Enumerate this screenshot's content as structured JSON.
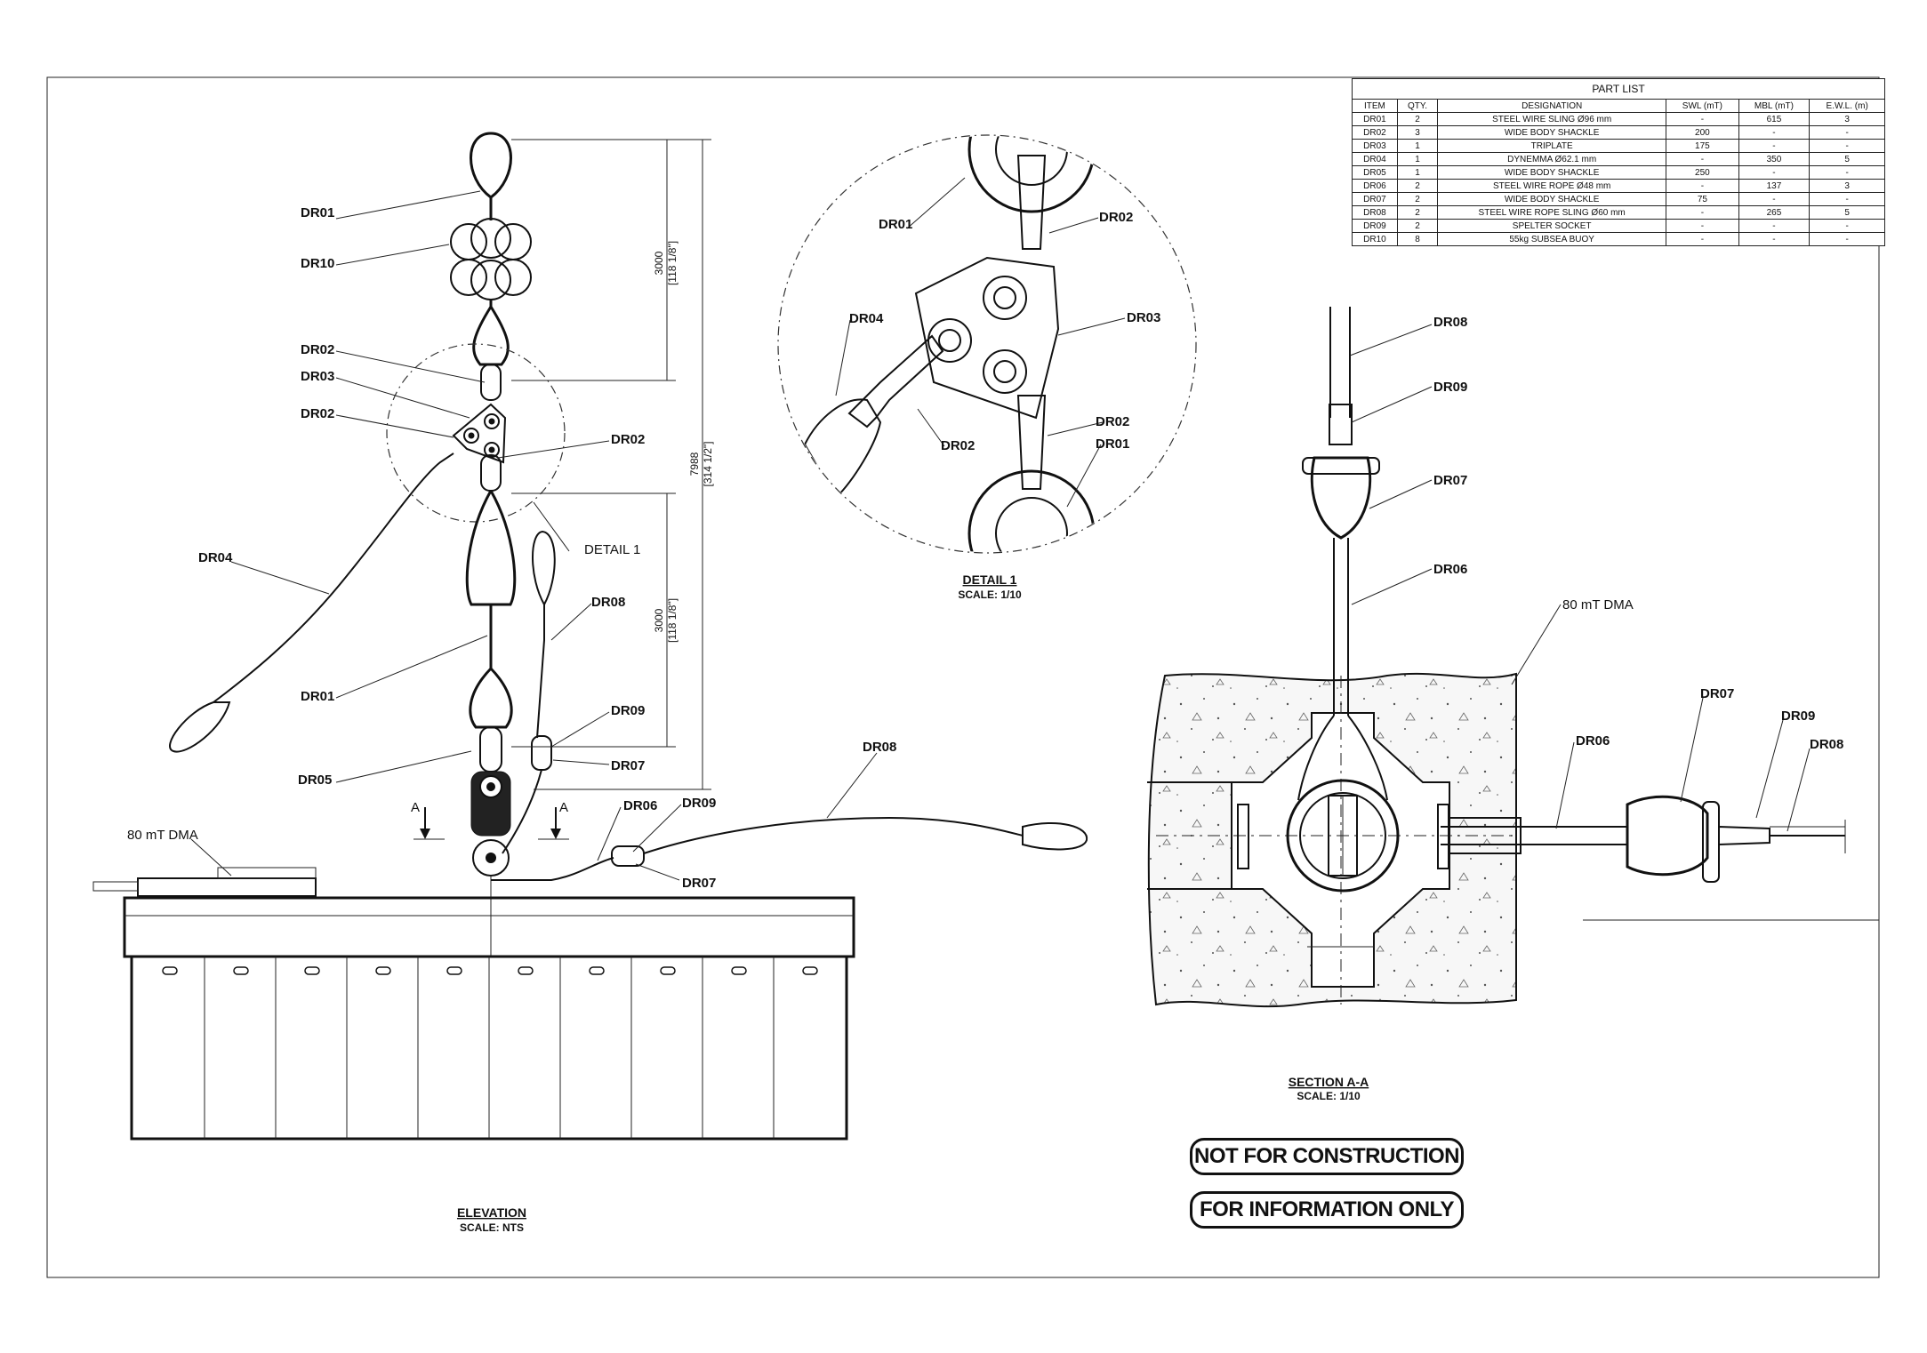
{
  "parts_list": {
    "title": "PART LIST",
    "headers": [
      "ITEM",
      "QTY.",
      "DESIGNATION",
      "SWL (mT)",
      "MBL (mT)",
      "E.W.L. (m)"
    ],
    "rows": [
      [
        "DR01",
        "2",
        "STEEL WIRE SLING Ø96 mm",
        "-",
        "615",
        "3"
      ],
      [
        "DR02",
        "3",
        "WIDE BODY SHACKLE",
        "200",
        "-",
        "-"
      ],
      [
        "DR03",
        "1",
        "TRIPLATE",
        "175",
        "-",
        "-"
      ],
      [
        "DR04",
        "1",
        "DYNEMMA Ø62.1 mm",
        "-",
        "350",
        "5"
      ],
      [
        "DR05",
        "1",
        "WIDE BODY SHACKLE",
        "250",
        "-",
        "-"
      ],
      [
        "DR06",
        "2",
        "STEEL WIRE ROPE Ø48 mm",
        "-",
        "137",
        "3"
      ],
      [
        "DR07",
        "2",
        "WIDE BODY SHACKLE",
        "75",
        "-",
        "-"
      ],
      [
        "DR08",
        "2",
        "STEEL WIRE ROPE SLING Ø60 mm",
        "-",
        "265",
        "5"
      ],
      [
        "DR09",
        "2",
        "SPELTER SOCKET",
        "-",
        "-",
        "-"
      ],
      [
        "DR10",
        "8",
        "55kg SUBSEA BUOY",
        "-",
        "-",
        "-"
      ]
    ]
  },
  "elevation": {
    "title": "ELEVATION",
    "scale": "SCALE: NTS",
    "labels": {
      "dr01_top": "DR01",
      "dr10": "DR10",
      "dr02_a": "DR02",
      "dr03": "DR03",
      "dr02_b": "DR02",
      "dr02_c": "DR02",
      "dr04": "DR04",
      "dr08_a": "DR08",
      "dr01_bottom": "DR01",
      "dr09_a": "DR09",
      "dr07_a": "DR07",
      "dr05": "DR05",
      "dr06": "DR06",
      "dr09_b": "DR09",
      "dr07_b": "DR07",
      "dr08_b": "DR08"
    },
    "detail_callout": "DETAIL 1",
    "dma_note": "80 mT DMA",
    "section_marker": "A",
    "dimensions": {
      "upper": "3000",
      "upper_imperial": "[118 1/8\"]",
      "lower": "3000",
      "lower_imperial": "[118 1/8\"]",
      "overall": "7988",
      "overall_imperial": "[314 1/2\"]"
    }
  },
  "detail_1": {
    "title": "DETAIL 1",
    "scale": "SCALE: 1/10",
    "labels": {
      "dr01_a": "DR01",
      "dr02_a": "DR02",
      "dr04": "DR04",
      "dr03": "DR03",
      "dr02_b": "DR02",
      "dr02_c": "DR02",
      "dr01_b": "DR01"
    }
  },
  "section_aa": {
    "title": "SECTION A-A",
    "scale": "SCALE: 1/10",
    "dma_note": "80 mT DMA",
    "labels": {
      "dr08_a": "DR08",
      "dr09_a": "DR09",
      "dr07_a": "DR07",
      "dr06_a": "DR06",
      "dr06_b": "DR06",
      "dr07_b": "DR07",
      "dr09_b": "DR09",
      "dr08_b": "DR08"
    }
  },
  "stamps": {
    "not_for_construction": "NOT FOR CONSTRUCTION",
    "for_information_only": "FOR INFORMATION ONLY"
  }
}
